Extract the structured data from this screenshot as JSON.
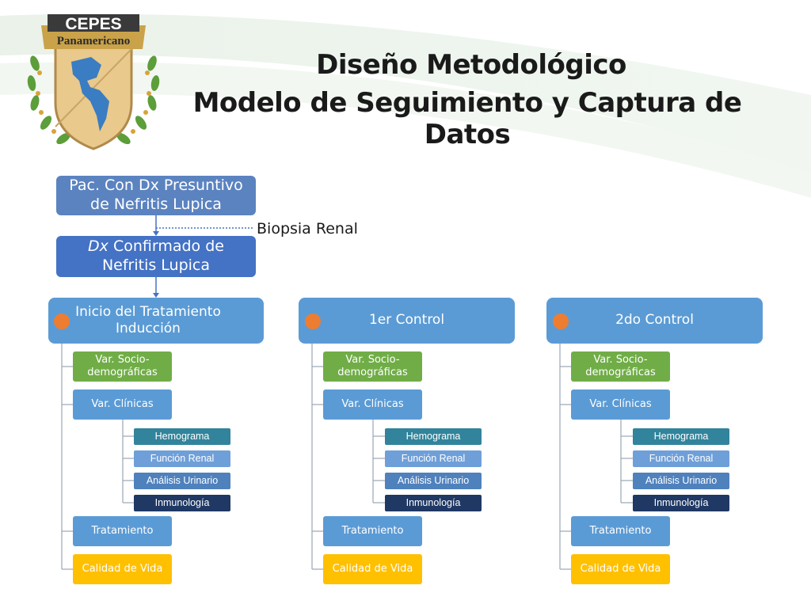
{
  "logo": {
    "line1": "CEPES",
    "line2": "Panamericano"
  },
  "title": {
    "line1": "Diseño Metodológico",
    "line2": "Modelo de Seguimiento y Captura de Datos"
  },
  "flow": {
    "start": {
      "line1": "Pac. Con Dx Presuntivo",
      "line2": "de Nefritis Lupica"
    },
    "link_label": "Biopsia Renal",
    "confirmed": {
      "dx": "Dx",
      "line1_rest": " Confirmado de",
      "line2": "Nefritis Lupica"
    }
  },
  "phases": [
    {
      "line1": "Inicio del Tratamiento",
      "line2": "Inducción"
    },
    {
      "line1": "1er Control",
      "line2": ""
    },
    {
      "line1": "2do Control",
      "line2": ""
    }
  ],
  "items": {
    "socio": {
      "line1": "Var. Socio-",
      "line2": "demográficas"
    },
    "clinicas": "Var. Clínicas",
    "hemograma": "Hemograma",
    "funcion": "Función Renal",
    "analisis": "Análisis Urinario",
    "inmuno": "Inmunología",
    "tratamiento": "Tratamiento",
    "calidad": "Calidad de Vida"
  },
  "colors": {
    "phase": "#5b9bd5",
    "dot": "#ed7d31",
    "green": "#70ad47",
    "yellow": "#ffc000",
    "teal": "#31849b",
    "navy": "#1f3864",
    "top": "#5b83c0",
    "confirm": "#4472c4"
  }
}
